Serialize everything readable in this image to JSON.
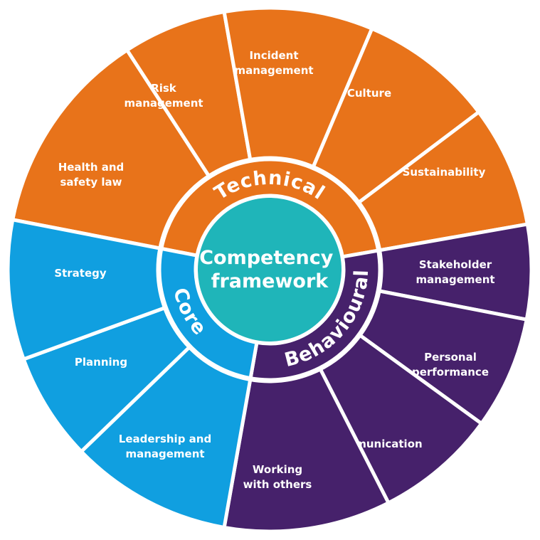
{
  "center": {
    "lines": [
      "Competency",
      "framework"
    ],
    "color": "#1fb5b9"
  },
  "groups": {
    "technical": {
      "label": "Technical",
      "color": "#e8731a",
      "segments": [
        {
          "lines": [
            "Health and",
            "safety law"
          ]
        },
        {
          "lines": [
            "Risk",
            "management"
          ]
        },
        {
          "lines": [
            "Incident",
            "management"
          ]
        },
        {
          "lines": [
            "Culture"
          ]
        },
        {
          "lines": [
            "Sustainability"
          ]
        }
      ]
    },
    "behavioural": {
      "label": "Behavioural",
      "color": "#46216b",
      "segments": [
        {
          "lines": [
            "Stakeholder",
            "management"
          ]
        },
        {
          "lines": [
            "Personal",
            "performance"
          ]
        },
        {
          "lines": [
            "Communication"
          ]
        },
        {
          "lines": [
            "Working",
            "with others"
          ]
        }
      ]
    },
    "core": {
      "label": "Core",
      "color": "#109fe0",
      "segments": [
        {
          "lines": [
            "Leadership and",
            "management"
          ]
        },
        {
          "lines": [
            "Planning"
          ]
        },
        {
          "lines": [
            "Strategy"
          ]
        }
      ]
    }
  }
}
